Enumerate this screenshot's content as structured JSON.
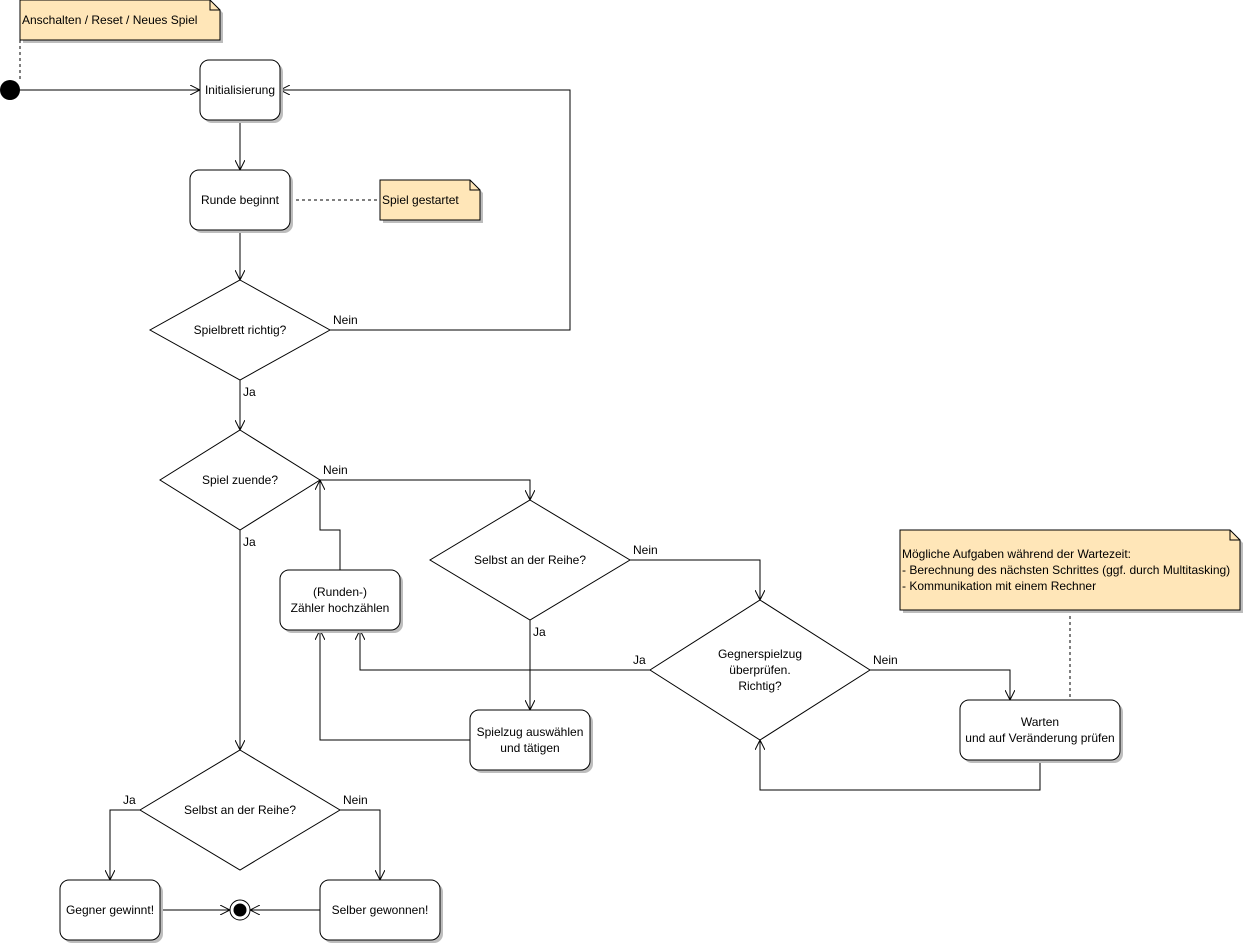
{
  "notes": {
    "start": "Anschalten / Reset / Neues Spiel",
    "started": "Spiel gestartet",
    "wait_lines": [
      "Mögliche Aufgaben während der Wartezeit:",
      "- Berechnung des nächsten Schrittes (ggf. durch Multitasking)",
      "- Kommunikation mit einem Rechner"
    ]
  },
  "actions": {
    "init": "Initialisierung",
    "round_start": "Runde beginnt",
    "counter_line1": "(Runden-)",
    "counter_line2": "Zähler hochzählen",
    "move_line1": "Spielzug auswählen",
    "move_line2": "und tätigen",
    "wait_line1": "Warten",
    "wait_line2": "und auf Veränderung prüfen",
    "opponent_wins": "Gegner gewinnt!",
    "self_won": "Selber gewonnen!"
  },
  "decisions": {
    "board_ok": "Spielbrett richtig?",
    "game_over": "Spiel zuende?",
    "my_turn": "Selbst an der Reihe?",
    "check_line1": "Gegnerspielzug",
    "check_line2": "überprüfen.",
    "check_line3": "Richtig?",
    "final_turn": "Selbst an der Reihe?"
  },
  "labels": {
    "nein_board": "Nein",
    "ja_board": "Ja",
    "nein_gameover": "Nein",
    "ja_gameover": "Ja",
    "nein_myturn": "Nein",
    "ja_myturn": "Ja",
    "ja_check": "Ja",
    "nein_check": "Nein",
    "ja_final": "Ja",
    "nein_final": "Nein"
  }
}
